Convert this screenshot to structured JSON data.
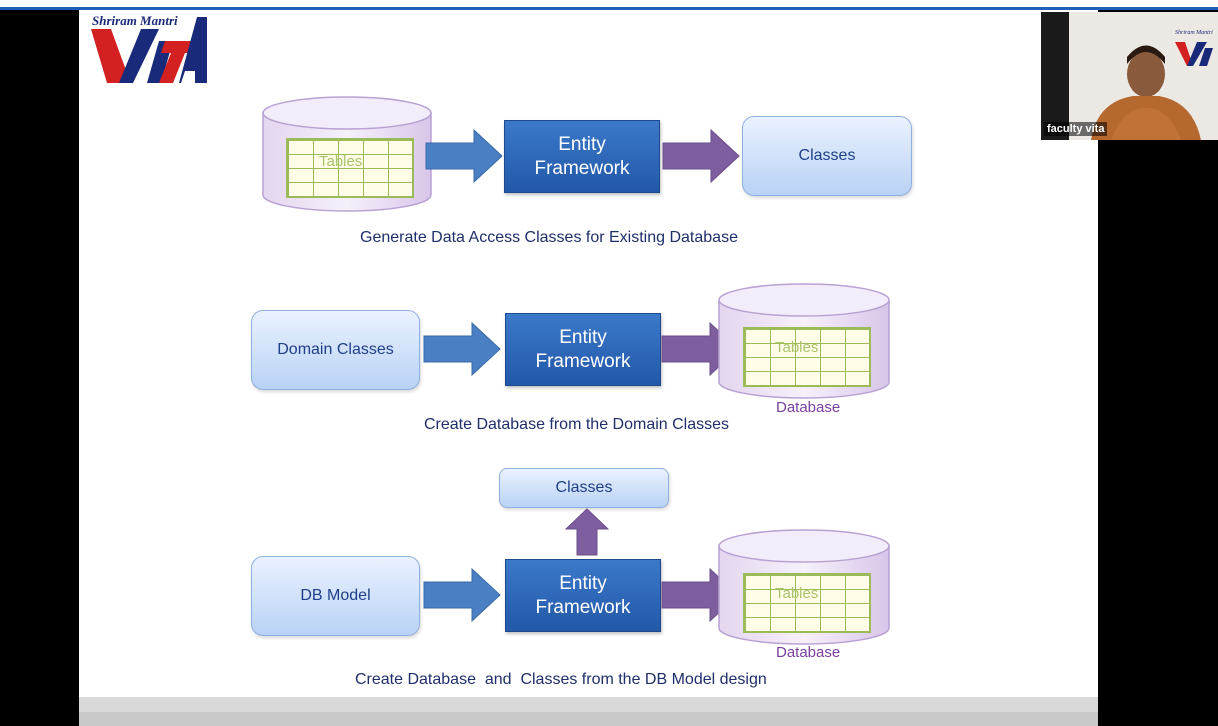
{
  "logo": {
    "brand": "Shriram Mantri",
    "name": "VITA"
  },
  "diagram1": {
    "table_label": "Tables",
    "ef_line1": "Entity",
    "ef_line2": "Framework",
    "output": "Classes",
    "caption": "Generate Data Access Classes for Existing Database"
  },
  "diagram2": {
    "input": "Domain Classes",
    "ef_line1": "Entity",
    "ef_line2": "Framework",
    "table_label": "Tables",
    "db_label": "Database",
    "caption": "Create Database from the Domain Classes"
  },
  "diagram3": {
    "top_output": "Classes",
    "input": "DB Model",
    "ef_line1": "Entity",
    "ef_line2": "Framework",
    "table_label": "Tables",
    "db_label": "Database",
    "caption": "Create Database  and  Classes from the DB Model design"
  },
  "video": {
    "participant": "faculty vita",
    "logo_text": "VITA"
  },
  "colors": {
    "accent": "#1f5fb8",
    "ef_box": "#2d67b8",
    "purple_arrow": "#7f5ea0",
    "blue_arrow": "#4a7fc4"
  }
}
